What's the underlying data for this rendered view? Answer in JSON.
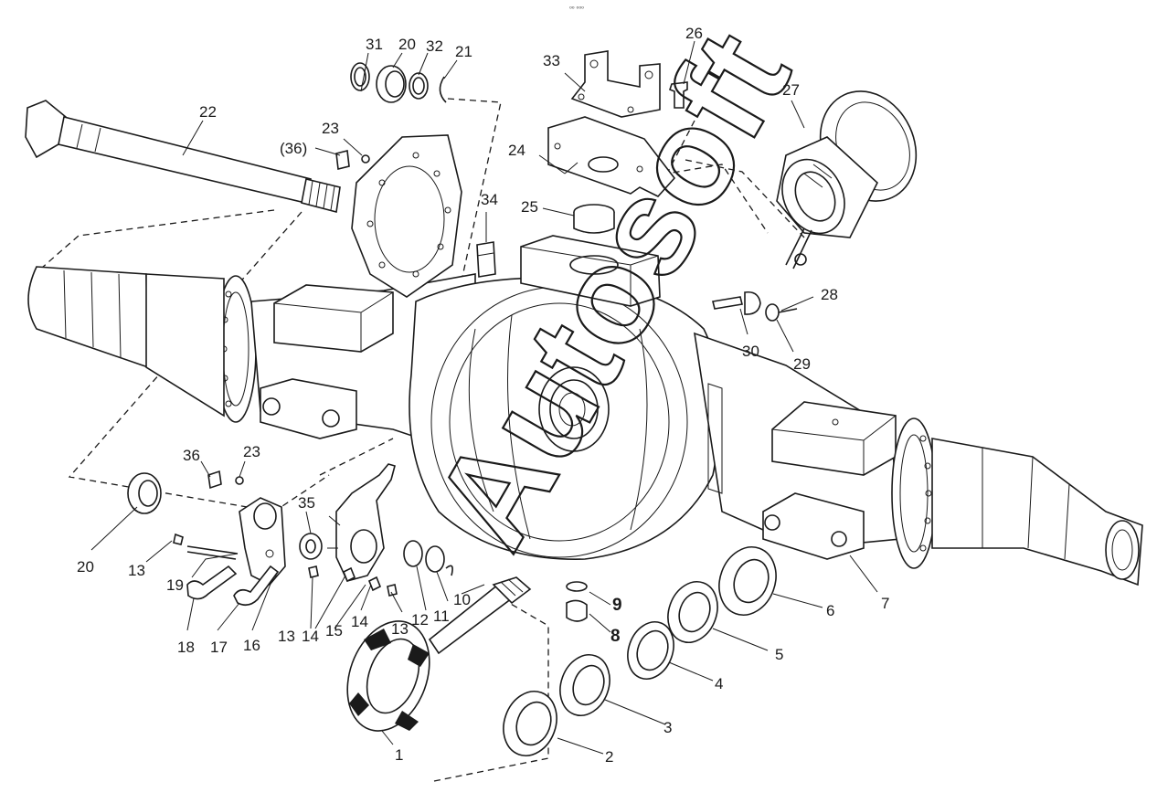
{
  "header_mark": "⁰⁰ ⁰⁰⁰",
  "watermark": {
    "text": "Autosoft"
  },
  "callouts": [
    {
      "id": "c1",
      "label": "1"
    },
    {
      "id": "c2",
      "label": "2"
    },
    {
      "id": "c3",
      "label": "3"
    },
    {
      "id": "c4",
      "label": "4"
    },
    {
      "id": "c5",
      "label": "5"
    },
    {
      "id": "c6",
      "label": "6"
    },
    {
      "id": "c7",
      "label": "7"
    },
    {
      "id": "c8",
      "label": "8"
    },
    {
      "id": "c9",
      "label": "9"
    },
    {
      "id": "c10",
      "label": "10"
    },
    {
      "id": "c11",
      "label": "11"
    },
    {
      "id": "c12",
      "label": "12"
    },
    {
      "id": "c13a",
      "label": "13"
    },
    {
      "id": "c13b",
      "label": "13"
    },
    {
      "id": "c13c",
      "label": "13"
    },
    {
      "id": "c14a",
      "label": "14"
    },
    {
      "id": "c14b",
      "label": "14"
    },
    {
      "id": "c15",
      "label": "15"
    },
    {
      "id": "c16",
      "label": "16"
    },
    {
      "id": "c17",
      "label": "17"
    },
    {
      "id": "c18",
      "label": "18"
    },
    {
      "id": "c19",
      "label": "19"
    },
    {
      "id": "c20a",
      "label": "20"
    },
    {
      "id": "c20b",
      "label": "20"
    },
    {
      "id": "c21",
      "label": "21"
    },
    {
      "id": "c22",
      "label": "22"
    },
    {
      "id": "c23a",
      "label": "23"
    },
    {
      "id": "c23b",
      "label": "23"
    },
    {
      "id": "c24",
      "label": "24"
    },
    {
      "id": "c25",
      "label": "25"
    },
    {
      "id": "c26",
      "label": "26"
    },
    {
      "id": "c27",
      "label": "27"
    },
    {
      "id": "c28",
      "label": "28"
    },
    {
      "id": "c29",
      "label": "29"
    },
    {
      "id": "c30",
      "label": "30"
    },
    {
      "id": "c31",
      "label": "31"
    },
    {
      "id": "c32",
      "label": "32"
    },
    {
      "id": "c33",
      "label": "33"
    },
    {
      "id": "c34",
      "label": "34"
    },
    {
      "id": "c35",
      "label": "35"
    },
    {
      "id": "c36a",
      "label": "36"
    },
    {
      "id": "c36b",
      "label": "(36)"
    }
  ]
}
